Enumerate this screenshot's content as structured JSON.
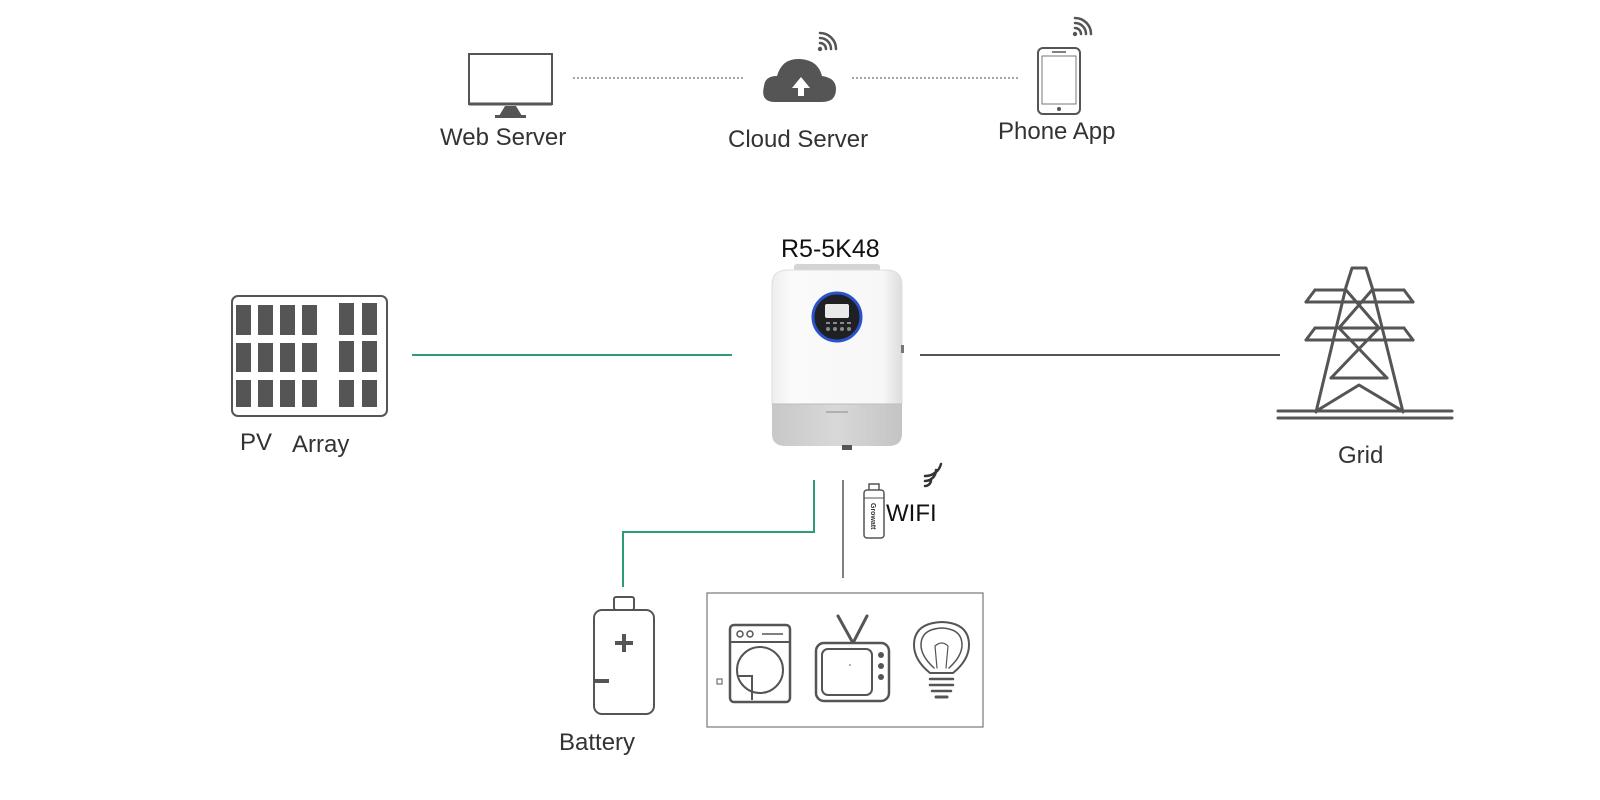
{
  "top": {
    "web_server": "Web Server",
    "cloud_server": "Cloud Server",
    "phone_app": "Phone App"
  },
  "inverter": {
    "model": "R5-5K48"
  },
  "pv": {
    "label_1": "PV",
    "label_2": "Array"
  },
  "grid": {
    "label": "Grid"
  },
  "wifi": {
    "label": "WIFI",
    "dongle_text": "Growatt"
  },
  "battery": {
    "label": "Battery"
  },
  "colors": {
    "dc_line": "#2e9b74",
    "ac_line": "#555555",
    "icon": "#555555",
    "dashed": "#888888"
  }
}
